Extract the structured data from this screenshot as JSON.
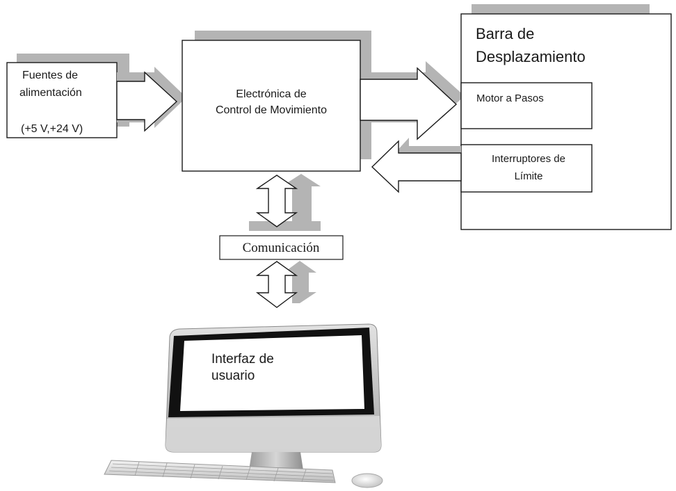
{
  "power_block": {
    "line1": "Fuentes de",
    "line2": "alimentación",
    "line3": "(+5 V,+24 V)"
  },
  "controller_block": {
    "line1": "Electrónica de",
    "line2": "Control de Movimiento"
  },
  "bar_block": {
    "title_line1": "Barra de",
    "title_line2": "Desplazamiento",
    "motor_label": "Motor a Pasos",
    "switches_line1": "Interruptores de",
    "switches_line2": "Límite"
  },
  "comm_block": {
    "label": "Comunicación"
  },
  "computer": {
    "screen_line1": "Interfaz de",
    "screen_line2": "usuario"
  },
  "colors": {
    "box_border": "#1a1a1a",
    "shadow": "#b4b4b4",
    "screen_frame": "#111111",
    "monitor_silver": "#c9c9c9"
  }
}
